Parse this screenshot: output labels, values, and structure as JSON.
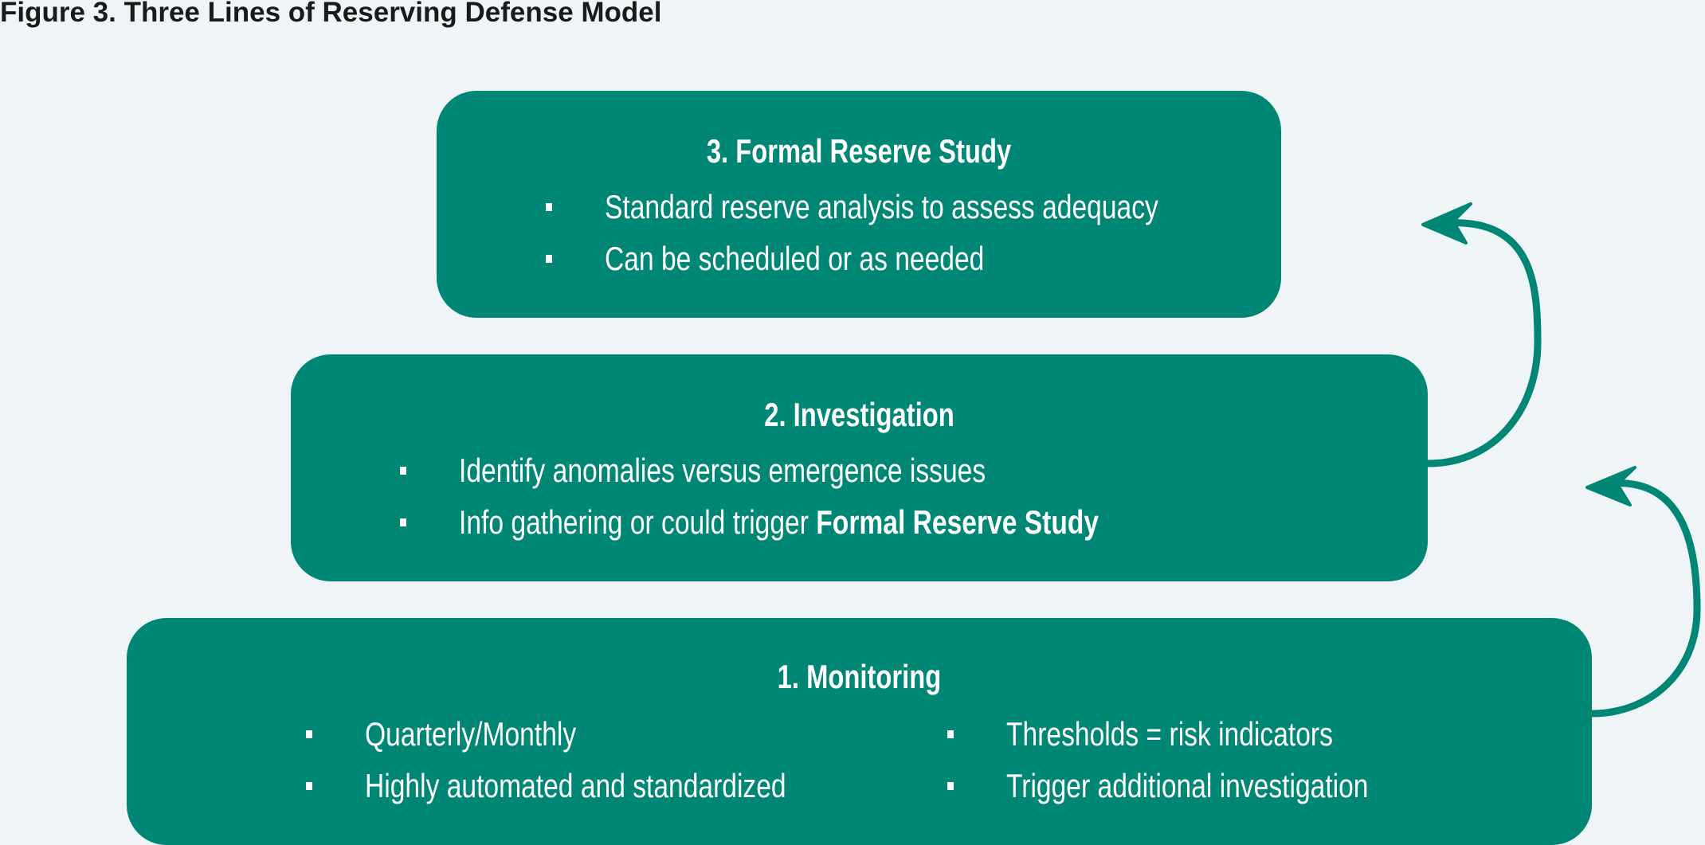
{
  "figure_title": "Figure 3. Three Lines of Reserving Defense Model",
  "colors": {
    "background": "#eff4f7",
    "box_fill": "#008675",
    "text_on_box": "#ffffff",
    "title_text": "#1a1a1a"
  },
  "levels": [
    {
      "title": "3. Formal Reserve Study",
      "bullets": [
        "Standard reserve analysis to assess adequacy",
        "Can be scheduled or as needed"
      ]
    },
    {
      "title": "2. Investigation",
      "bullets": [
        "Identify anomalies versus emergence issues",
        "Info gathering or could trigger ",
        "Formal Reserve Study"
      ]
    },
    {
      "title": "1. Monitoring",
      "bullets_left": [
        "Quarterly/Monthly",
        "Highly automated and standardized"
      ],
      "bullets_right": [
        "Thresholds = risk indicators",
        "Trigger additional investigation"
      ]
    }
  ]
}
